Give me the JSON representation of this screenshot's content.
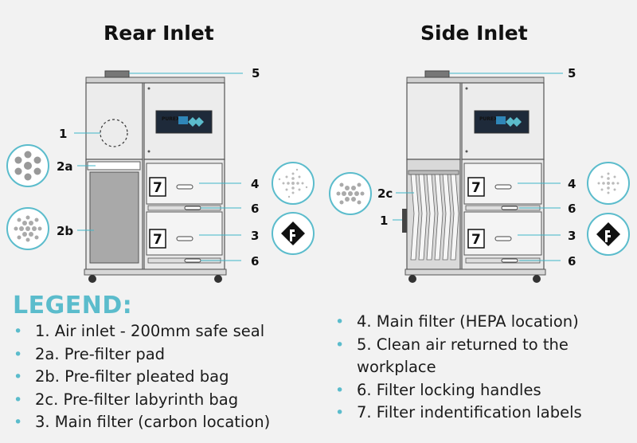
{
  "titles": {
    "rear": "Rear Inlet",
    "side": "Side Inlet"
  },
  "brand": "PUREX",
  "label_numbers": {
    "n1": "1",
    "n2a": "2a",
    "n2b": "2b",
    "n2c": "2c",
    "n3": "3",
    "n4": "4",
    "n5": "5",
    "n6": "6",
    "n7": "7"
  },
  "legend_title": "LEGEND:",
  "legend_left": [
    "1. Air inlet - 200mm safe seal",
    "2a. Pre-filter pad",
    "2b. Pre-filter pleated bag",
    "2c. Pre-filter labyrinth bag",
    "3. Main filter (carbon location)"
  ],
  "legend_right": [
    "4. Main filter (HEPA location)",
    "5. Clean air returned to the workplace",
    "6. Filter locking handles",
    "7. Filter indentification labels"
  ],
  "colors": {
    "accent": "#5bbccc",
    "line": "#3fb6c8",
    "unit_fill": "#e8e8e8",
    "unit_stroke": "#555555"
  }
}
